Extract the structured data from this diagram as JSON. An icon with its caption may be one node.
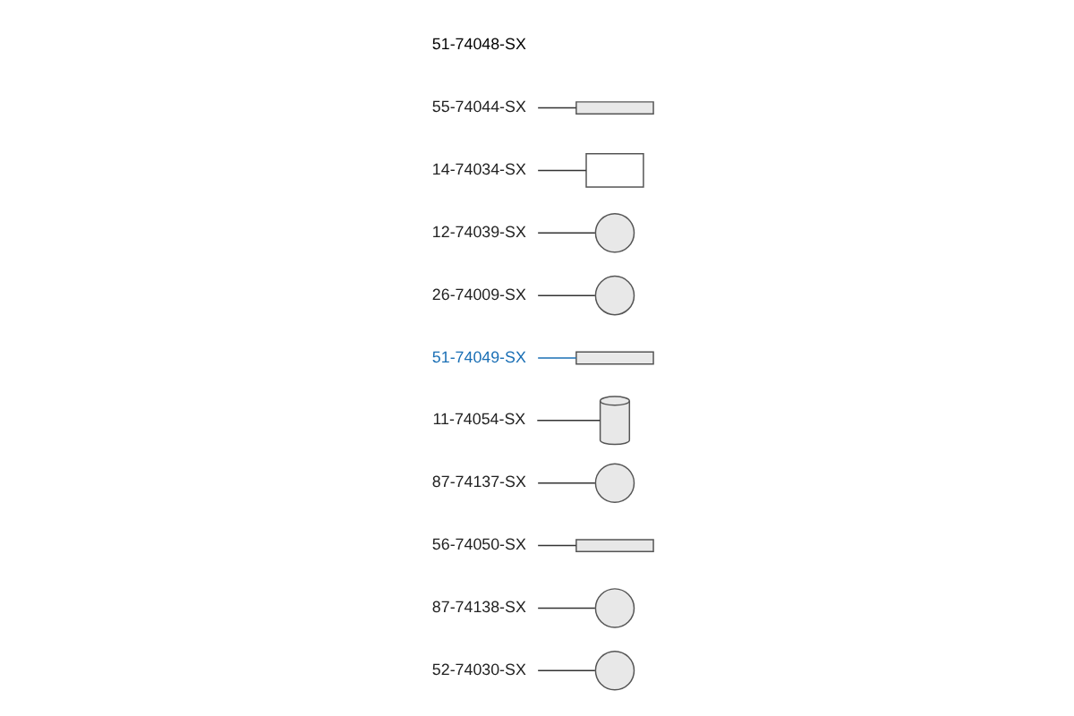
{
  "diagram": {
    "nodes": [
      {
        "text": [
          "55-74044-SX"
        ]
      },
      {
        "text": [],
        "shape": "bar"
      },
      {
        "text": [
          "14-74034-SX"
        ]
      },
      {
        "text": [],
        "shape": "box"
      },
      {
        "text": [
          "12-74039-SX"
        ]
      },
      {
        "text": [],
        "shape": "circle"
      },
      {
        "text": [
          "26-74009-SX"
        ]
      },
      {
        "text": [],
        "shape": "circle"
      },
      {
        "text": [
          "51-74049-SX"
        ]
      },
      {
        "text": [],
        "shape": "bar"
      },
      {
        "text": [
          "11-74054-SX"
        ]
      },
      {
        "text": [],
        "shape": "cylinder"
      },
      {
        "text": [
          "87-74137-SX"
        ]
      },
      {
        "text": [],
        "shape": "circle"
      },
      {
        "text": [
          "56-74050-SX"
        ]
      },
      {
        "text": [],
        "shape": "bar"
      },
      {
        "text": [
          "87-74138-SX"
        ]
      },
      {
        "text": [],
        "shape": "circle"
      },
      {
        "text": [
          "52-74030-SX"
        ]
      },
      {
        "text": [],
        "shape": "circle"
      }
    ],
    "edges": [
      {
        "from": 0,
        "to": 1,
        "arrow": "none"
      },
      {
        "from": 2,
        "to": 3,
        "arrow": "none"
      },
      {
        "from": 4,
        "to": 5,
        "arrow": "none"
      },
      {
        "from": 6,
        "to": 7,
        "arrow": "none"
      },
      {
        "from": 8,
        "to": 9,
        "arrow": "none",
        "color": "#1a6fb5"
      },
      {
        "from": 10,
        "to": 11,
        "arrow": "none"
      },
      {
        "from": 12,
        "to": 13,
        "arrow": "none"
      },
      {
        "from": 14,
        "to": 15,
        "arrow": "none"
      },
      {
        "from": 16,
        "to": 17,
        "arrow": "none"
      },
      {
        "from": 18,
        "to": 19,
        "arrow": "none"
      }
    ],
    "labels": [
      "51-74048-SX"
    ]
  }
}
